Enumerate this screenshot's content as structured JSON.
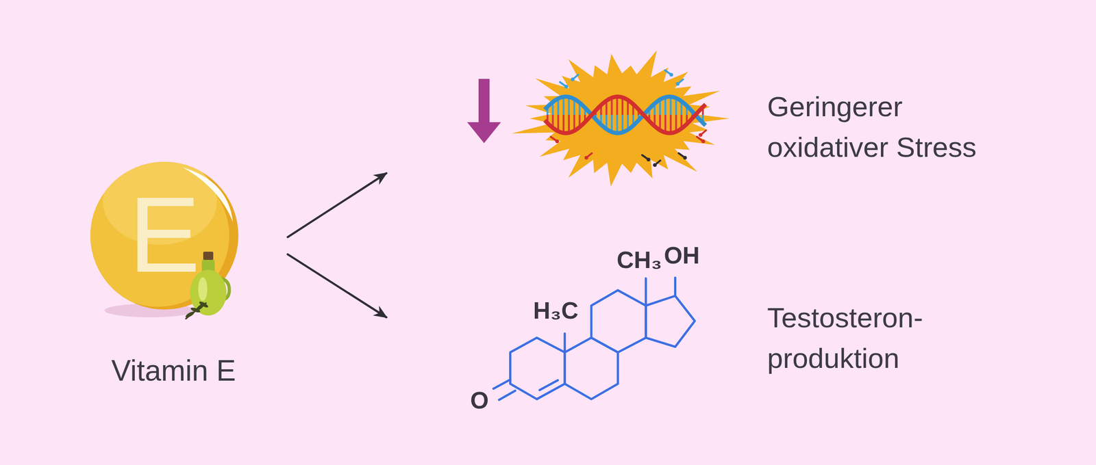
{
  "diagram": {
    "nodes": [
      {
        "text": [
          "E",
          "Vitamin E"
        ]
      },
      {
        "text": [
          "Geringerer oxidativer Stress"
        ]
      },
      {
        "text": [
          "Testosteron- produktion"
        ]
      }
    ],
    "edges": [
      {
        "from": 0,
        "to": 1,
        "arrow": "to"
      },
      {
        "from": 0,
        "to": 2,
        "arrow": "to"
      }
    ],
    "labels": [
      "H₃C",
      "CH₃",
      "OH",
      "O"
    ]
  }
}
